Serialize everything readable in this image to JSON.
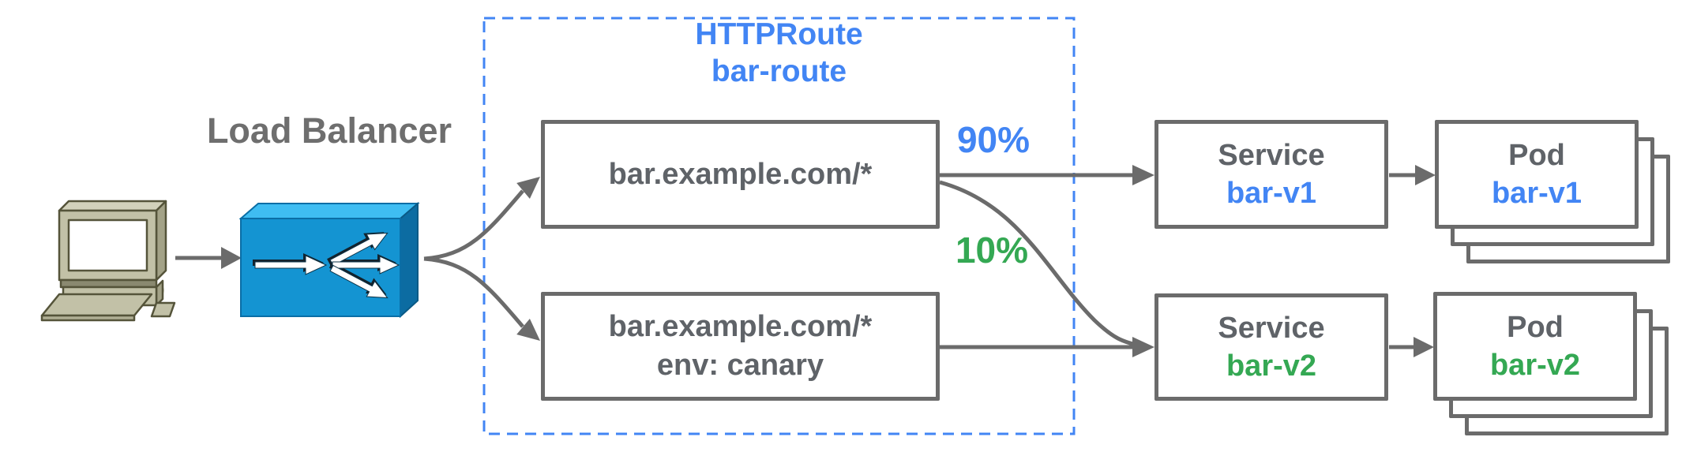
{
  "load_balancer_label": "Load Balancer",
  "title": {
    "line1": "HTTPRoute",
    "line2": "bar-route"
  },
  "routes": [
    {
      "host": "bar.example.com/*"
    },
    {
      "host": "bar.example.com/*",
      "header": "env: canary"
    }
  ],
  "weights": {
    "primary": "90%",
    "canary": "10%"
  },
  "services": [
    {
      "kind": "Service",
      "name": "bar-v1"
    },
    {
      "kind": "Service",
      "name": "bar-v2"
    }
  ],
  "pods": [
    {
      "kind": "Pod",
      "name": "bar-v1"
    },
    {
      "kind": "Pod",
      "name": "bar-v2"
    }
  ],
  "icons": {
    "client": "computer-icon",
    "load_balancer": "load-balancer-icon"
  },
  "colors": {
    "blue": "#4285F4",
    "green": "#34A853",
    "text_gray": "#5F6368",
    "line_gray": "#6B6B6B",
    "dashed_border_blue": "#4285F4",
    "lb_front": "#1494D2",
    "lb_top": "#3FBDF2",
    "lb_side": "#0C6CA2",
    "computer_body": "#C2C1A7"
  }
}
